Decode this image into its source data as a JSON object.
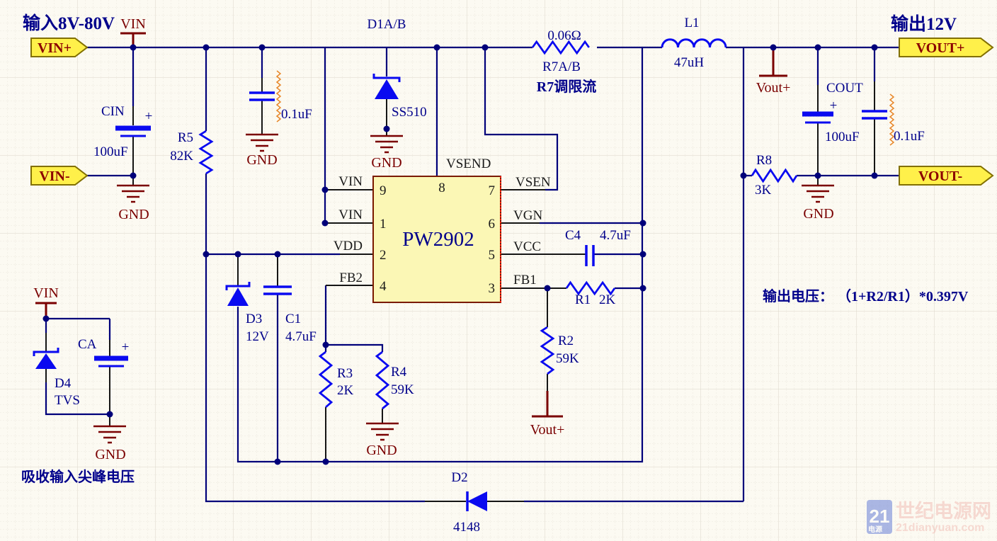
{
  "titles": {
    "input_range": "输入8V-80V",
    "output": "输出12V",
    "formula": "输出电压： （1+R2/R1）*0.397V",
    "tvs_note": "吸收输入尖峰电压"
  },
  "flags": {
    "vin_plus": "VIN+",
    "vin_minus": "VIN-",
    "vout_plus": "VOUT+",
    "vout_minus": "VOUT-"
  },
  "ports": {
    "vin": "VIN",
    "vout": "Vout+",
    "gnd": "GND"
  },
  "ic": {
    "name": "PW2902",
    "pin_numbers": {
      "p9": "9",
      "p1": "1",
      "p2": "2",
      "p4": "4",
      "p8": "8",
      "p7": "7",
      "p6": "6",
      "p5": "5",
      "p3": "3"
    },
    "pin_labels": {
      "p9": "VIN",
      "p1": "VIN",
      "p2": "VDD",
      "p4": "FB2",
      "p8": "VSEND",
      "p7": "VSEN",
      "p6": "VGN",
      "p5": "VCC",
      "p3": "FB1"
    }
  },
  "components": {
    "cin": {
      "ref": "CIN",
      "value": "100uF",
      "plus": "+"
    },
    "r5": {
      "ref": "R5",
      "value": "82K"
    },
    "cin2": {
      "value": "0.1uF"
    },
    "d1": {
      "ref": "D1A/B",
      "value": "SS510"
    },
    "r7": {
      "ref": "R7A/B",
      "value": "0.06Ω",
      "note": "R7调限流"
    },
    "l1": {
      "ref": "L1",
      "value": "47uH"
    },
    "cout": {
      "ref": "COUT",
      "value": "100uF",
      "plus": "+"
    },
    "cout2": {
      "value": "0.1uF"
    },
    "r8": {
      "ref": "R8",
      "value": "3K"
    },
    "c4": {
      "ref": "C4",
      "value": "4.7uF"
    },
    "r1": {
      "ref": "R1",
      "value": "2K"
    },
    "r2": {
      "ref": "R2",
      "value": "59K"
    },
    "d3": {
      "ref": "D3",
      "value": "12V"
    },
    "c1": {
      "ref": "C1",
      "value": "4.7uF"
    },
    "r3": {
      "ref": "R3",
      "value": "2K"
    },
    "r4": {
      "ref": "R4",
      "value": "59K"
    },
    "d2": {
      "ref": "D2",
      "value": "4148"
    },
    "d4": {
      "ref": "D4",
      "value": "TVS"
    },
    "ca": {
      "ref": "CA",
      "plus": "+"
    }
  },
  "watermark": {
    "logo_number": "21",
    "logo_text": "电源",
    "site_name": "世纪电源网",
    "site_url": "21dianyuan.com"
  },
  "colors": {
    "wire": "#00007A",
    "component": "#0A0AF0",
    "ground_red": "#7A0000",
    "flag_fill": "#FFF04A",
    "ic_fill": "#FBF7B5"
  }
}
